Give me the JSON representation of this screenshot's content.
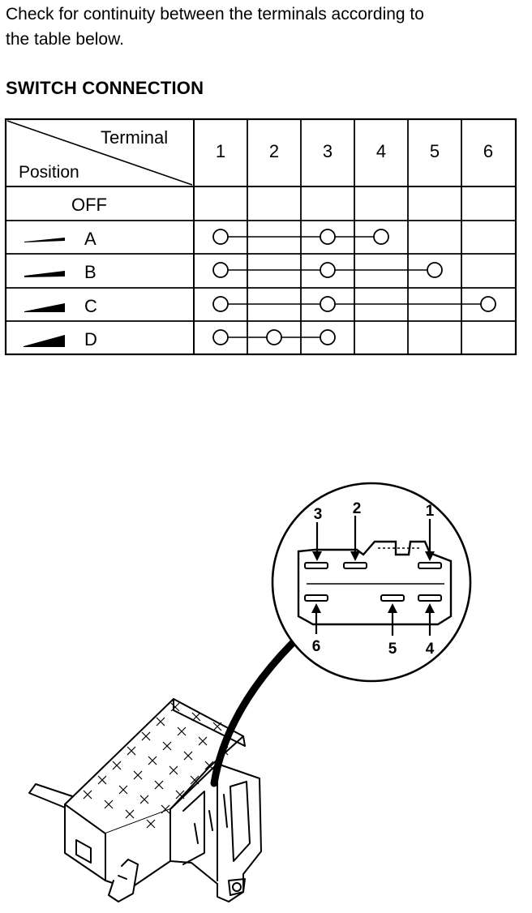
{
  "intro": {
    "line1": "Check for continuity between the terminals according to",
    "line2": "the table below."
  },
  "section_title": "SWITCH CONNECTION",
  "table": {
    "header_terminal": "Terminal",
    "header_position": "Position",
    "terminals": [
      "1",
      "2",
      "3",
      "4",
      "5",
      "6"
    ],
    "rows": [
      {
        "label": "OFF",
        "bar_level": 0,
        "connected": []
      },
      {
        "label": "A",
        "bar_level": 1,
        "connected": [
          1,
          3,
          4
        ]
      },
      {
        "label": "B",
        "bar_level": 2,
        "connected": [
          1,
          3,
          5
        ]
      },
      {
        "label": "C",
        "bar_level": 3,
        "connected": [
          1,
          3,
          6
        ]
      },
      {
        "label": "D",
        "bar_level": 4,
        "connected": [
          1,
          2,
          3
        ]
      }
    ]
  },
  "connector": {
    "top_labels": [
      "3",
      "2",
      "1"
    ],
    "bottom_labels": [
      "6",
      "5",
      "4"
    ]
  },
  "colors": {
    "ink": "#000000",
    "paper": "#ffffff"
  }
}
